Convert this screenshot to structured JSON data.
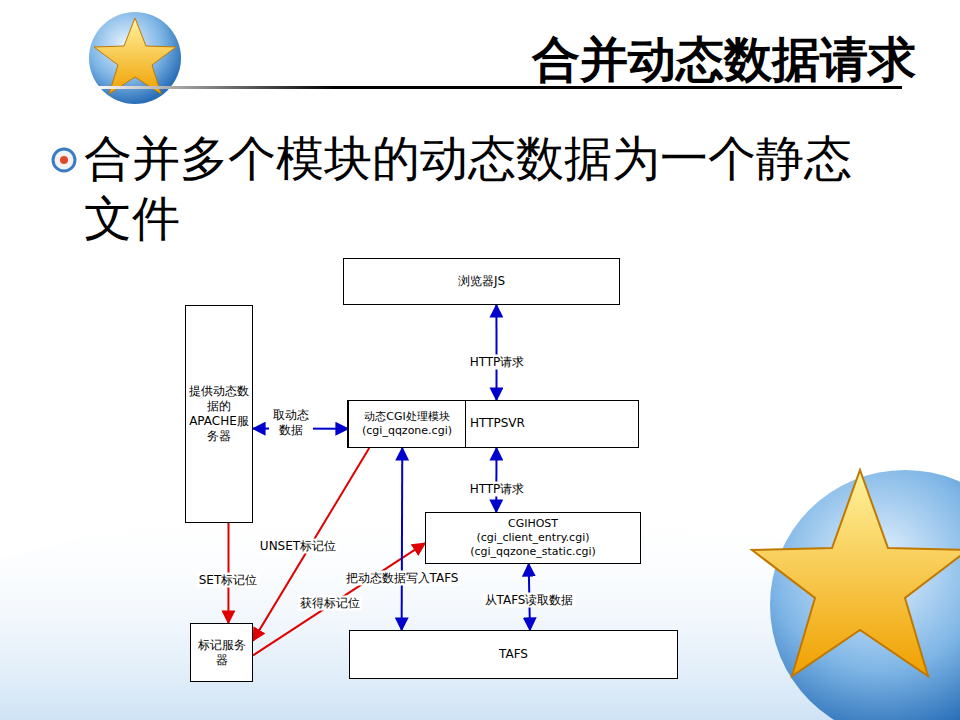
{
  "diagram": {
    "title": "合并动态数据请求",
    "nodes": [
      {
        "text": [
          "浏览器JS"
        ]
      },
      {
        "text": [
          "提供动态数据的APACHE服务器"
        ]
      },
      {
        "text": [
          "HTTPSVR"
        ]
      },
      {
        "text": [
          "动态CGI处理模块 (cgi_qqzone.cgi)"
        ],
        "in": 2
      },
      {
        "text": [
          "CGIHOST (cgi_client_entry.cgi) (cgi_qqzone_static.cgi)"
        ]
      },
      {
        "text": [
          "标记服务器"
        ]
      },
      {
        "text": [
          "TAFS"
        ]
      }
    ],
    "edges": [
      {
        "from": 0,
        "to": 2,
        "label": "HTTP请求",
        "arrow": "both"
      },
      {
        "from": 1,
        "to": 3,
        "label": "取动态数据",
        "arrow": "both"
      },
      {
        "from": 2,
        "to": 4,
        "label": "HTTP请求",
        "arrow": "both"
      },
      {
        "from": 1,
        "to": 5,
        "label": "SET标记位",
        "arrow": "to"
      },
      {
        "from": 3,
        "to": 5,
        "label": "UNSET标记位",
        "arrow": "to"
      },
      {
        "from": 5,
        "to": 4,
        "label": "获得标记位",
        "arrow": "to"
      },
      {
        "from": 3,
        "to": 6,
        "label": "把动态数据写入TAFS",
        "arrow": "both"
      },
      {
        "from": 4,
        "to": 6,
        "label": "从TAFS读取数据",
        "arrow": "both"
      }
    ],
    "labels": [
      "合并多个模块的动态数据为一个静态文件"
    ]
  }
}
